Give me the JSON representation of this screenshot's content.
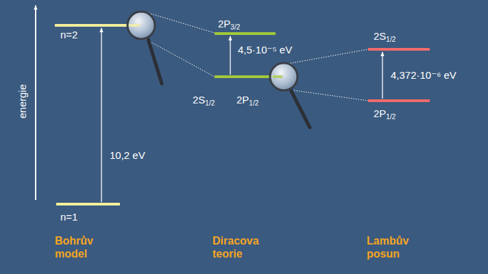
{
  "diagram": {
    "labels": [
      "energie",
      "n=2",
      "n=1",
      "10,2 eV",
      "2P3/2",
      "4,5·10⁻⁵ eV",
      "2S1/2",
      "2P1/2",
      "2S1/2",
      "4,372·10⁻⁶ eV",
      "2P1/2",
      "Bohrův model",
      "Diracova teorie",
      "Lambův posun"
    ]
  }
}
